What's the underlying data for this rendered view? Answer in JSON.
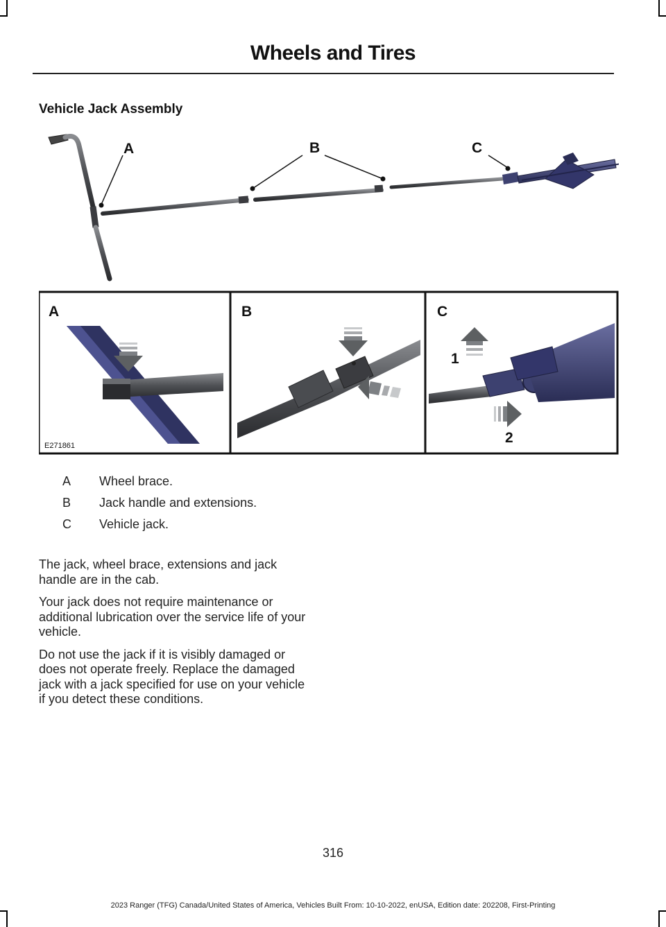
{
  "header": {
    "title": "Wheels and Tires"
  },
  "section": {
    "heading": "Vehicle Jack Assembly"
  },
  "figure": {
    "callouts": {
      "a": "A",
      "b": "B",
      "c": "C"
    },
    "panels": {
      "a": "A",
      "b": "B",
      "c": "C"
    },
    "steps": {
      "one": "1",
      "two": "2"
    },
    "image_id": "E271861",
    "colors": {
      "tool": "#5b5d61",
      "jack": "#3d4170",
      "brace": "#2f3361",
      "arrow": "#5d6062"
    }
  },
  "legend": [
    {
      "letter": "A",
      "text": "Wheel brace."
    },
    {
      "letter": "B",
      "text": "Jack handle and extensions."
    },
    {
      "letter": "C",
      "text": "Vehicle jack."
    }
  ],
  "body": {
    "paragraphs": [
      "The jack, wheel brace, extensions and jack handle are in the cab.",
      "Your jack does not require maintenance or additional lubrication over the service life of your vehicle.",
      "Do not use the jack if it is visibly damaged or does not operate freely. Replace the damaged jack with a jack specified for use on your vehicle if you detect these conditions."
    ]
  },
  "page": {
    "number": "316"
  },
  "footer": {
    "text": "2023 Ranger (TFG) Canada/United States of America, Vehicles Built From: 10-10-2022, enUSA, Edition date: 202208, First-Printing"
  }
}
